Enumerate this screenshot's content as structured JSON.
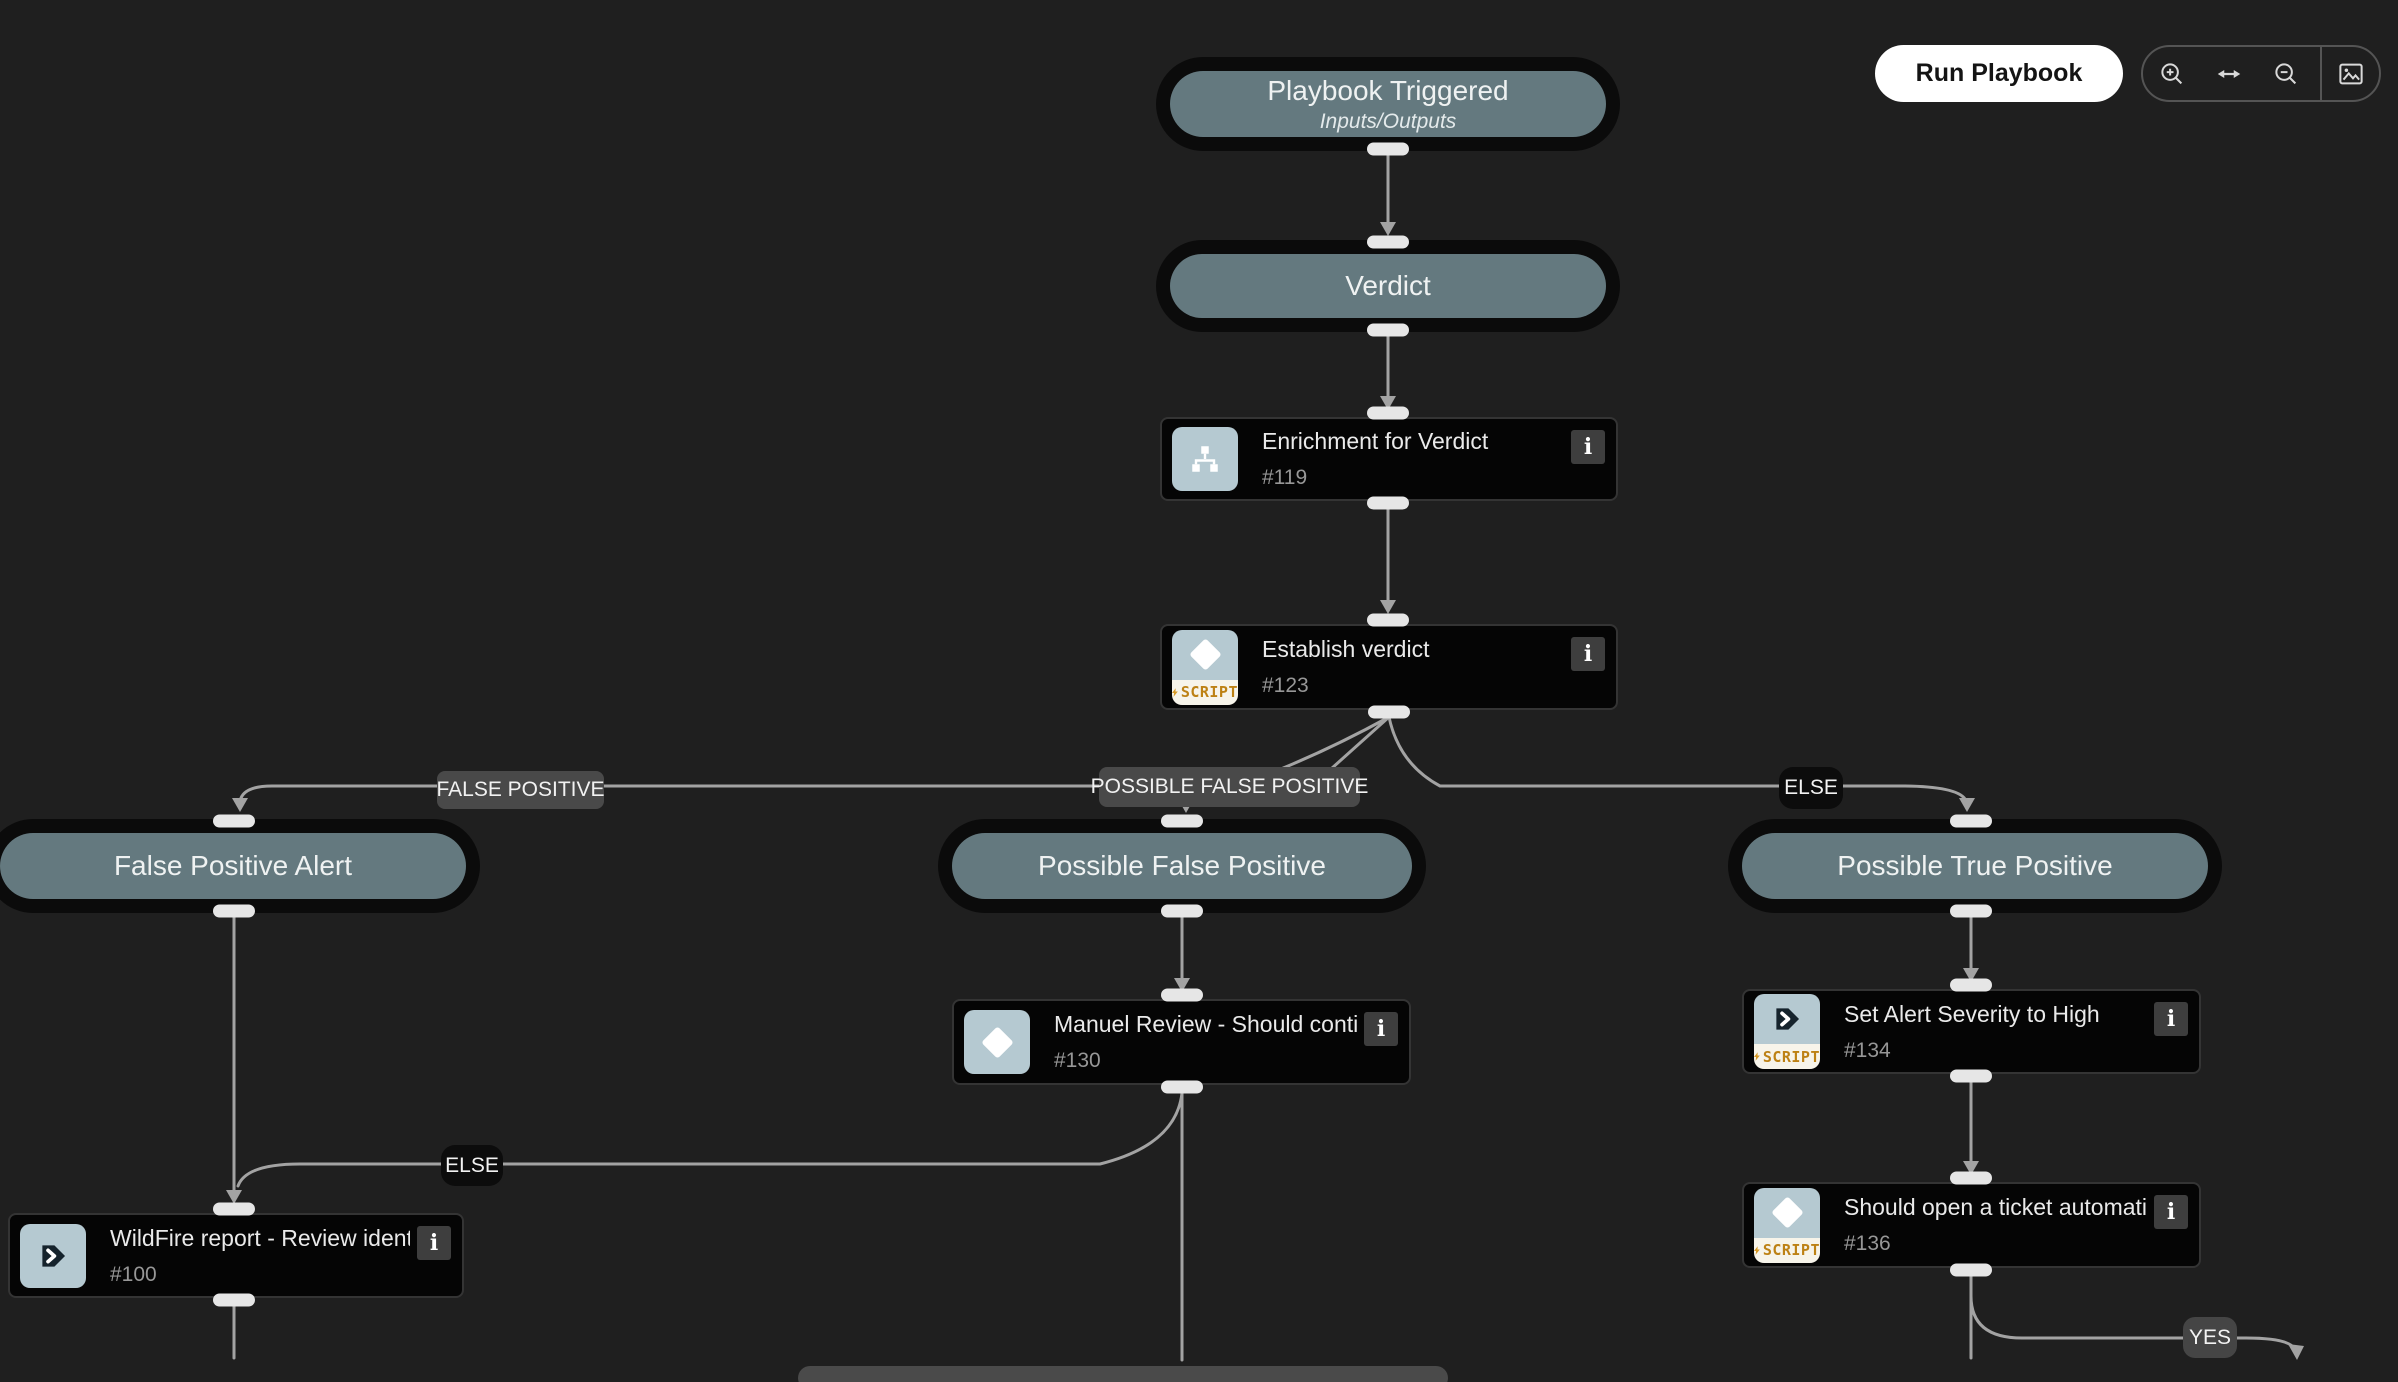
{
  "toolbar": {
    "run_button_label": "Run Playbook",
    "icons": [
      "zoom-in",
      "fit-width",
      "zoom-out",
      "image"
    ]
  },
  "glyphs": {
    "info": "i",
    "script_badge": "SCRIPT"
  },
  "nodes": {
    "playbook_triggered": {
      "title": "Playbook Triggered",
      "subtitle": "Inputs/Outputs"
    },
    "verdict": {
      "title": "Verdict"
    },
    "enrichment_for_verdict": {
      "title": "Enrichment for Verdict",
      "task_id": "#119",
      "type": "sub-playbook"
    },
    "establish_verdict": {
      "title": "Establish verdict",
      "task_id": "#123",
      "type": "condition-script"
    },
    "false_positive_alert": {
      "title": "False Positive Alert"
    },
    "possible_false_positive": {
      "title": "Possible False Positive"
    },
    "possible_true_positive": {
      "title": "Possible True Positive"
    },
    "manual_review": {
      "title": "Manuel Review - Should continue t...",
      "task_id": "#130",
      "type": "condition"
    },
    "set_alert_severity": {
      "title": "Set Alert Severity to High",
      "task_id": "#134",
      "type": "automation-script"
    },
    "open_ticket": {
      "title": "Should open a ticket automatically ...",
      "task_id": "#136",
      "type": "condition-script"
    },
    "wildfire_report": {
      "title": "WildFire report - Review identified ...",
      "task_id": "#100",
      "type": "automation"
    }
  },
  "edge_labels": {
    "false_positive": "FALSE POSITIVE",
    "possible_false_positive": "POSSIBLE FALSE POSITIVE",
    "else_to_true_positive": "ELSE",
    "else_to_wildfire": "ELSE",
    "yes": "YES"
  },
  "colors": {
    "background": "#1f1f1f",
    "section_header_fill": "#64797f",
    "task_background": "#050505",
    "icon_tile": "#b5c9d1",
    "script_badge_background": "#f7f4ea",
    "script_badge_text": "#bd8114",
    "edge_line": "#a3a3a3",
    "run_button_background": "#ffffff"
  }
}
